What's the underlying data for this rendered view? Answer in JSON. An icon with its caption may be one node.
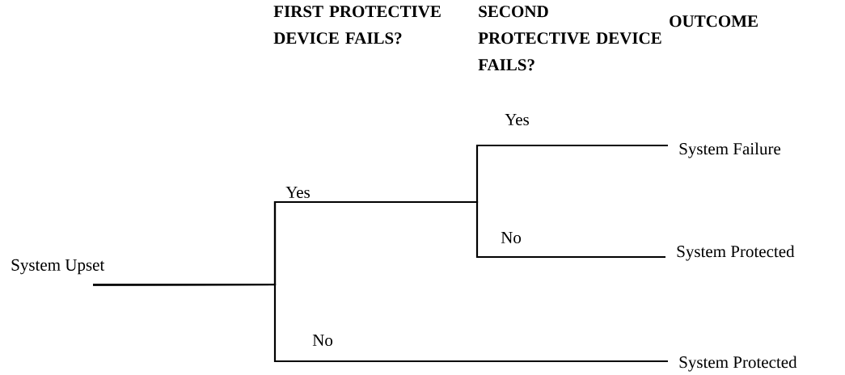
{
  "diagram": {
    "nodes": [
      {
        "text": [
          "System Upset"
        ]
      },
      {
        "text": [
          "System Failure"
        ]
      },
      {
        "text": [
          "System Protected"
        ]
      },
      {
        "text": [
          "System Protected"
        ]
      }
    ],
    "edges": [
      {
        "from": 0,
        "to": 1,
        "arrow": "none",
        "label": "Yes"
      },
      {
        "from": 0,
        "to": 2,
        "arrow": "none",
        "label": "No"
      },
      {
        "from": 0,
        "to": 3,
        "arrow": "none",
        "label": "No"
      }
    ],
    "labels": [
      "FIRST PROTECTIVE DEVICE FAILS?",
      "SECOND PROTECTIVE DEVICE FAILS?",
      "OUTCOME",
      "Yes"
    ]
  }
}
